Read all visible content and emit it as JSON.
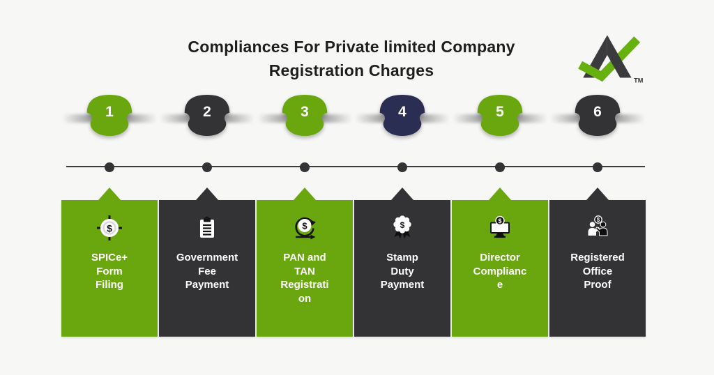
{
  "title": {
    "line1": "Compliances For Private limited Company",
    "line2": "Registration Charges"
  },
  "logo": {
    "trademark": "TM"
  },
  "colors": {
    "green": "#6AA70E",
    "dark": "#333335",
    "navy": "#2B2E53",
    "background": "#F7F7F6",
    "line": "#3C3C3C",
    "card_text": "#FFFFFF",
    "title_text": "#1E1E1E",
    "logo_green": "#66B00F",
    "logo_dark": "#3B3B3D"
  },
  "steps": [
    {
      "number": "1",
      "badge_color": "green",
      "card_color": "green",
      "icon": "target-dollar",
      "label": "SPICe+\nForm\nFiling"
    },
    {
      "number": "2",
      "badge_color": "dark",
      "card_color": "dark",
      "icon": "clipboard",
      "label": "Government\nFee\nPayment"
    },
    {
      "number": "3",
      "badge_color": "green",
      "card_color": "green",
      "icon": "refresh-dollar",
      "label": "PAN and\nTAN\nRegistrati\non"
    },
    {
      "number": "4",
      "badge_color": "navy",
      "card_color": "dark",
      "icon": "award-dollar",
      "label": "Stamp\nDuty\nPayment"
    },
    {
      "number": "5",
      "badge_color": "green",
      "card_color": "green",
      "icon": "monitor-dollar",
      "label": "Director\nComplianc\ne"
    },
    {
      "number": "6",
      "badge_color": "dark",
      "card_color": "dark",
      "icon": "partnership-dollar",
      "label": "Registered\nOffice\nProof"
    }
  ]
}
